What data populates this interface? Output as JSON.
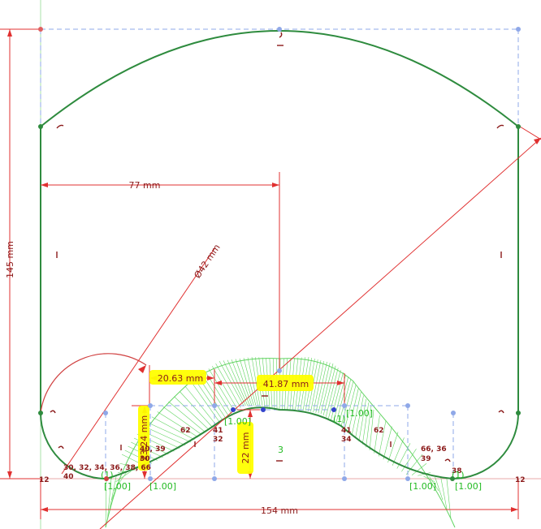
{
  "sketch": {
    "dimensions": {
      "height_total": "145 mm",
      "width_total": "154 mm",
      "center_offset": "77 mm",
      "circle_diameter": "Ø42 mm",
      "arc_width": "20.63 mm",
      "span": "41.87 mm",
      "height_left": "23.24 mm",
      "height_center": "22 mm"
    },
    "constraints": {
      "c62_left": "62",
      "c41_left": "41",
      "c32": "32",
      "c40_39": "40, 39",
      "c30": "30",
      "c_list": "30, 32, 34, 36, 38, 66",
      "c40": "40",
      "c12_left": "12",
      "c41_right": "41",
      "c34": "34",
      "c62_right": "62",
      "c66_36": "66, 36",
      "c39": "39",
      "c38": "38",
      "c12_right": "12"
    },
    "spline_labels": {
      "w1": "[1.00]",
      "w2": "[1.00]",
      "w3": "[1.00]",
      "w4": "[1.00]",
      "w5": "[1.00]",
      "w6": "[1.00]",
      "idx": "3",
      "p1": "(1)",
      "p2": "(1)",
      "p3": "(1)"
    },
    "colors": {
      "profile": "#2e8b3e",
      "dimension": "#e03030",
      "construction": "#8fa8e8",
      "comb": "#33cc33",
      "highlight": "#ffff00"
    }
  }
}
